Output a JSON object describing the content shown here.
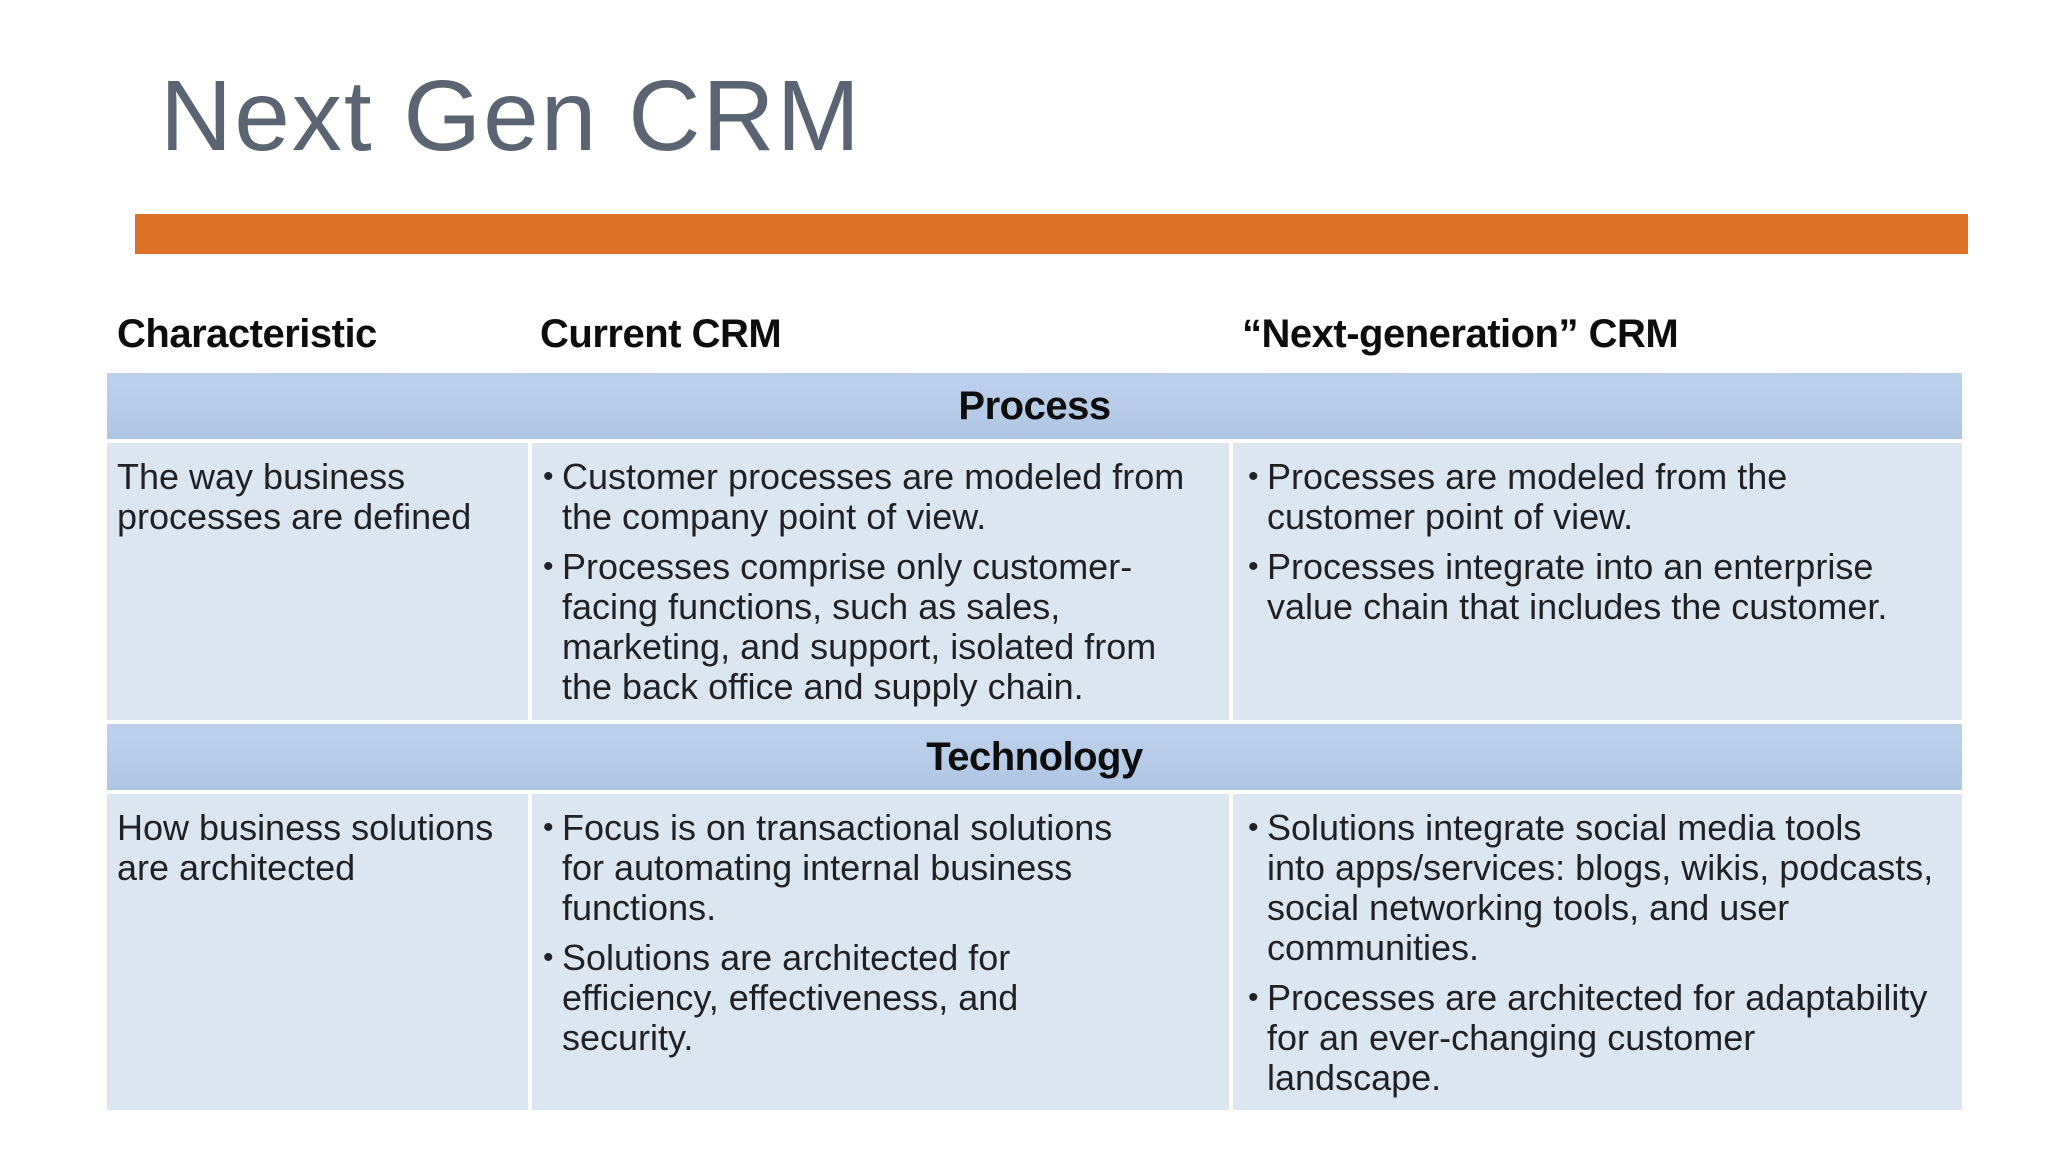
{
  "slide": {
    "title": "Next Gen CRM"
  },
  "colors": {
    "title": "#5b6472",
    "accent_bar": "#dd7126",
    "section_band": "#b5cbe7",
    "cell": "#dce6f1",
    "body_text": "#1f2125",
    "header_text": "#0d0d0d"
  },
  "table": {
    "bullet_glyph": "•",
    "column_headers": [
      "Characteristic",
      "Current CRM",
      "“Next-generation” CRM"
    ],
    "sections": [
      {
        "label": "Process",
        "characteristic": "The way business\nprocesses are defined",
        "current_crm": [
          "Customer processes are modeled from\nthe company point of view.",
          "Processes comprise only customer-\nfacing functions, such as sales,\nmarketing, and support, isolated from\nthe back office and supply chain."
        ],
        "next_gen_crm": [
          "Processes are modeled from the\ncustomer point of view.",
          "Processes integrate into an enterprise\nvalue chain that includes the customer."
        ]
      },
      {
        "label": "Technology",
        "characteristic": "How business solutions\nare architected",
        "current_crm": [
          "Focus is on transactional solutions\nfor automating internal business\nfunctions.",
          "Solutions are architected for\nefficiency, effectiveness, and\nsecurity."
        ],
        "next_gen_crm": [
          "Solutions integrate social media tools\ninto apps/services: blogs, wikis, podcasts,\nsocial networking tools, and user\ncommunities.",
          "Processes are architected for adaptability\nfor an ever-changing customer\nlandscape."
        ]
      }
    ]
  }
}
